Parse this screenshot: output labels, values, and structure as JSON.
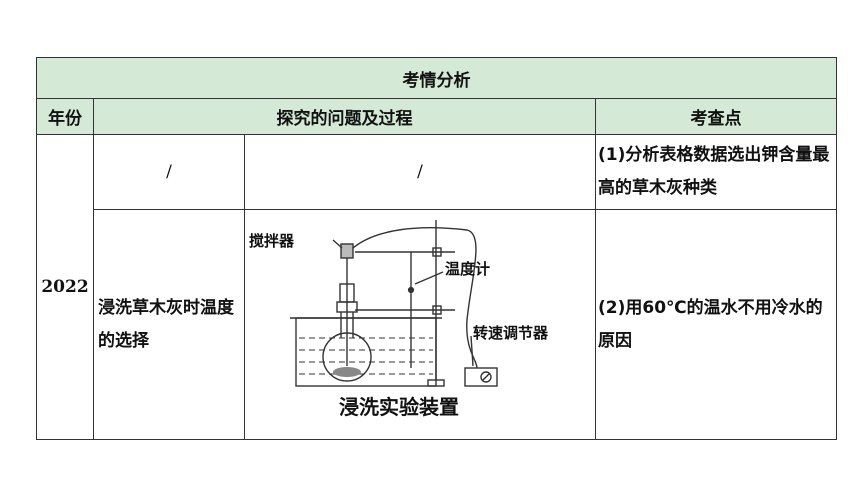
{
  "table": {
    "title": "考情分析",
    "headers": {
      "year": "年份",
      "process": "探究的问题及过程",
      "point": "考查点"
    },
    "year": "2022",
    "row1": {
      "question": "/",
      "process": "/",
      "point": "(1)分析表格数据选出钾含量最高的草木灰种类"
    },
    "row2": {
      "question": "浸洗草木灰时温度的选择",
      "figure": {
        "label_stirrer": "搅拌器",
        "label_thermometer": "温度计",
        "label_speed": "转速调节器",
        "caption": "浸洗实验装置"
      },
      "point": "(2)用60℃的温水不用冷水的原因"
    }
  },
  "colors": {
    "header_bg": "#d4ead6",
    "border": "#333333"
  }
}
